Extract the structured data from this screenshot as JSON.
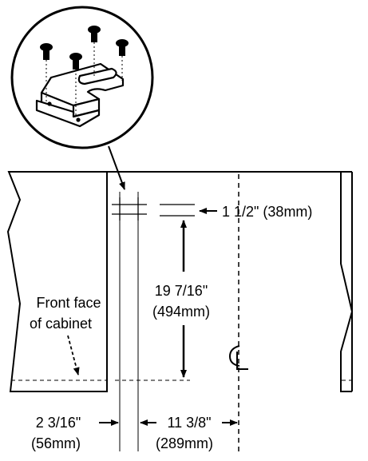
{
  "labels": {
    "top_offset": "1 1/2\" (38mm)",
    "vertical_distance_line1": "19 7/16\"",
    "vertical_distance_line2": "(494mm)",
    "front_face_line1": "Front face",
    "front_face_line2": "of cabinet",
    "left_offset_line1": "2 3/16\"",
    "left_offset_line2": "(56mm)",
    "center_offset_line1": "11 3/8\"",
    "center_offset_line2": "(289mm)",
    "centerline_symbol": "CL"
  },
  "parts": {
    "bracket": "mounting-bracket",
    "screw_count": 4,
    "detail_callout": "magnified-detail-circle"
  },
  "colors": {
    "ink": "#000000",
    "paper": "#ffffff"
  }
}
